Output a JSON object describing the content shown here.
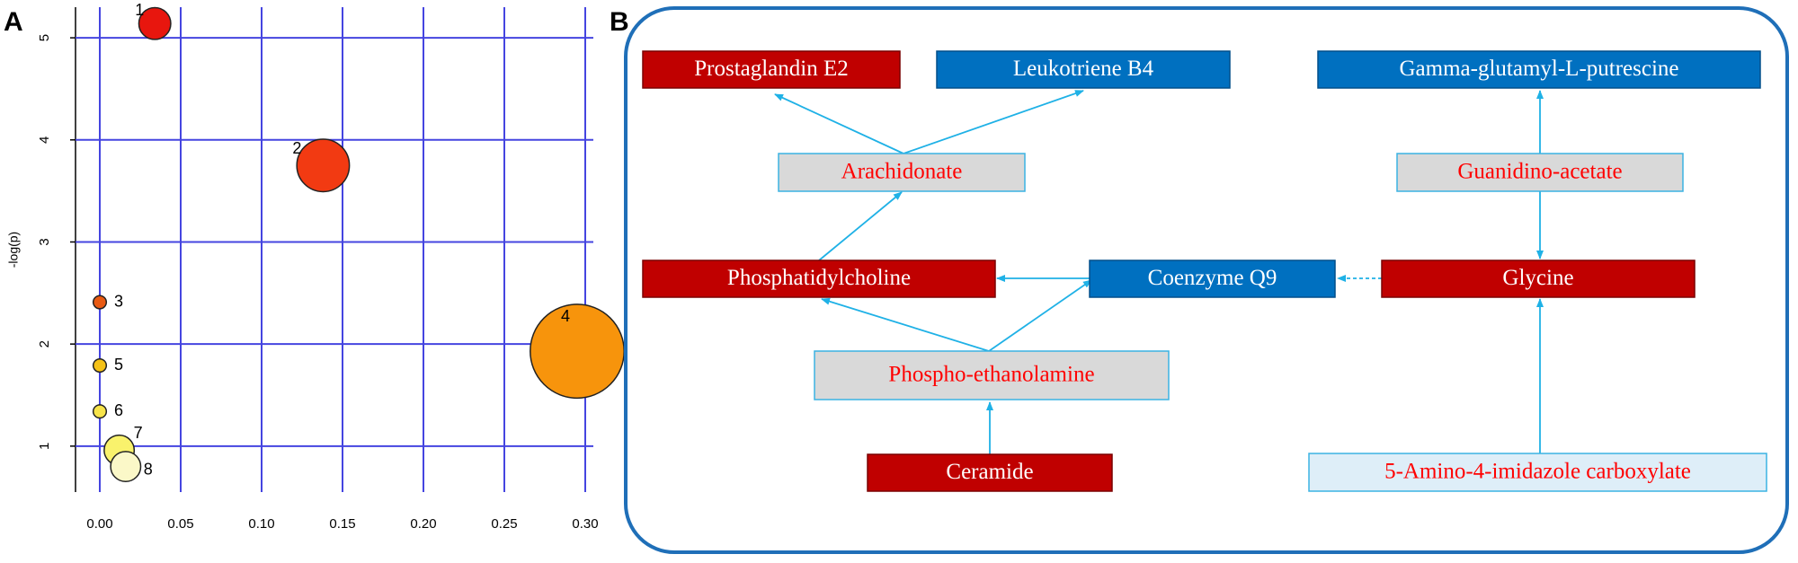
{
  "panels": {
    "a": "A",
    "b": "B"
  },
  "chart_data": {
    "type": "scatter",
    "ylabel": "-log(p)",
    "xlabel": "",
    "xlim": [
      -0.015,
      0.305
    ],
    "ylim": [
      0.55,
      5.3
    ],
    "x_ticks": [
      "0.00",
      "0.05",
      "0.10",
      "0.15",
      "0.20",
      "0.25",
      "0.30"
    ],
    "y_ticks": [
      "1",
      "2",
      "3",
      "4",
      "5"
    ],
    "grid": true,
    "points": [
      {
        "label": "1",
        "x": 0.034,
        "y": 5.14,
        "size": 0.17,
        "color": "#e8160e"
      },
      {
        "label": "2",
        "x": 0.138,
        "y": 3.75,
        "size": 0.28,
        "color": "#f23a12"
      },
      {
        "label": "3",
        "x": 0.0,
        "y": 2.41,
        "size": 0.07,
        "color": "#e85a12"
      },
      {
        "label": "4",
        "x": 0.295,
        "y": 1.93,
        "size": 0.5,
        "color": "#f7940c"
      },
      {
        "label": "5",
        "x": 0.0,
        "y": 1.79,
        "size": 0.07,
        "color": "#f5c217"
      },
      {
        "label": "6",
        "x": 0.0,
        "y": 1.34,
        "size": 0.07,
        "color": "#f7e44a"
      },
      {
        "label": "7",
        "x": 0.012,
        "y": 0.96,
        "size": 0.16,
        "color": "#f9f26c"
      },
      {
        "label": "8",
        "x": 0.016,
        "y": 0.8,
        "size": 0.16,
        "color": "#fbf8c8"
      }
    ]
  },
  "diagram": {
    "nodes": [
      {
        "id": "prostaglandin",
        "label": "Prostaglandin  E2",
        "style": "red"
      },
      {
        "id": "leukotriene",
        "label": "Leukotriene  B4",
        "style": "blue"
      },
      {
        "id": "gamma",
        "label": "Gamma-glutamyl-L-putrescine",
        "style": "blue"
      },
      {
        "id": "arachidonate",
        "label": "Arachidonate",
        "style": "gray"
      },
      {
        "id": "guanidino",
        "label": "Guanidino-acetate",
        "style": "gray"
      },
      {
        "id": "phosphatidyl",
        "label": "Phosphatidylcholine",
        "style": "red"
      },
      {
        "id": "coenzyme",
        "label": "Coenzyme  Q9",
        "style": "blue"
      },
      {
        "id": "glycine",
        "label": "Glycine",
        "style": "red"
      },
      {
        "id": "phosphoeth",
        "label": "Phospho-ethanolamine",
        "style": "gray"
      },
      {
        "id": "ceramide",
        "label": "Ceramide",
        "style": "red"
      },
      {
        "id": "amino",
        "label": "5-Amino-4-imidazole  carboxylate",
        "style": "lightblue"
      }
    ],
    "edges": [
      {
        "from": "arachidonate",
        "to": "prostaglandin"
      },
      {
        "from": "arachidonate",
        "to": "leukotriene"
      },
      {
        "from": "guanidino",
        "to": "gamma"
      },
      {
        "from": "phosphatidyl",
        "to": "arachidonate"
      },
      {
        "from": "guanidino",
        "to": "glycine"
      },
      {
        "from": "coenzyme",
        "to": "phosphatidyl"
      },
      {
        "from": "glycine",
        "to": "coenzyme",
        "dashed": true
      },
      {
        "from": "phosphoeth",
        "to": "phosphatidyl"
      },
      {
        "from": "phosphoeth",
        "to": "coenzyme"
      },
      {
        "from": "ceramide",
        "to": "phosphoeth"
      },
      {
        "from": "amino",
        "to": "glycine"
      }
    ],
    "styles": {
      "red": {
        "fill": "#c00000",
        "text": "#ffffff",
        "stroke": "#7a0000"
      },
      "blue": {
        "fill": "#0070c0",
        "text": "#ffffff",
        "stroke": "#004f8a"
      },
      "gray": {
        "fill": "#d9d9d9",
        "text": "#ff0000",
        "stroke": "#3bb3e3"
      },
      "lightblue": {
        "fill": "#deeef8",
        "text": "#ff0000",
        "stroke": "#3bb3e3"
      }
    },
    "arrow_color": "#1fb1e6",
    "frame_color": "#1f6fb8"
  }
}
